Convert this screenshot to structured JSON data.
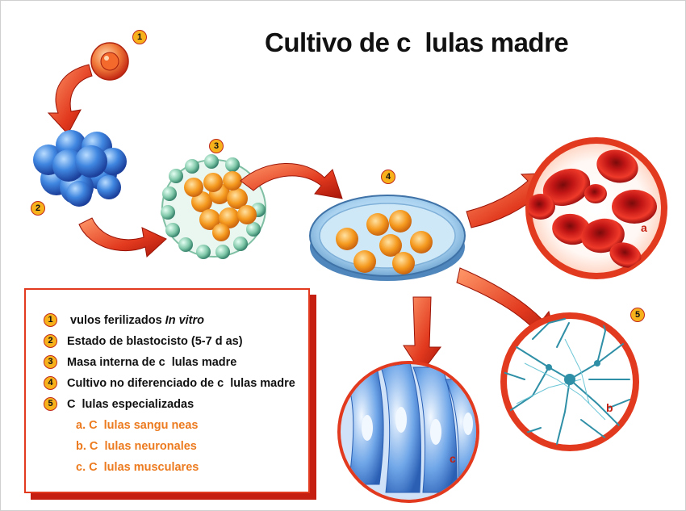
{
  "title": "Cultivo de c  lulas madre",
  "step_badges": [
    "1",
    "2",
    "3",
    "4",
    "5"
  ],
  "panel_letters": [
    "a",
    "b",
    "c"
  ],
  "legend": {
    "items": [
      {
        "num": "1",
        "text": " vulos ferilizados ",
        "italic": "In vitro"
      },
      {
        "num": "2",
        "text": "Estado de blastocisto (5-7 d as)",
        "italic": ""
      },
      {
        "num": "3",
        "text": "Masa interna de c  lulas madre",
        "italic": ""
      },
      {
        "num": "4",
        "text": "Cultivo no diferenciado de c  lulas madre",
        "italic": ""
      },
      {
        "num": "5",
        "text": "C  lulas especializadas",
        "italic": ""
      }
    ],
    "subitems": [
      "a. C  lulas sangu neas",
      "b. C  lulas neuronales",
      "c. C  lulas musculares"
    ]
  },
  "colors": {
    "accent_red": "#e23a1f",
    "badge_yellow": "#f7b21b",
    "subitem_orange": "#ec7a1e",
    "cell_blue": "#3f7fd6",
    "cell_orange": "#f08a1c"
  }
}
